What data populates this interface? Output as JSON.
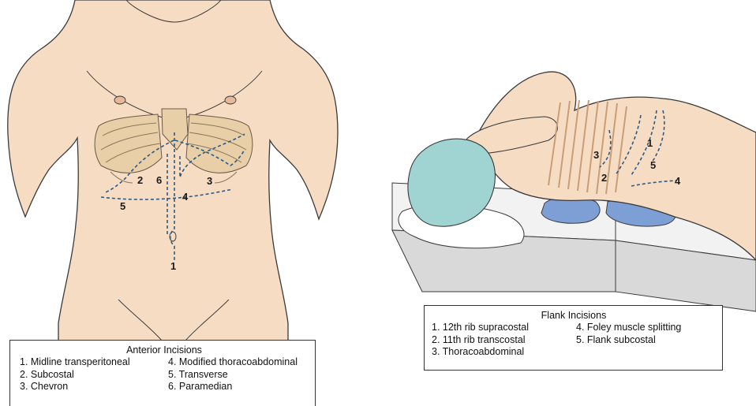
{
  "anterior": {
    "title": "Anterior Incisions",
    "items": [
      "1. Midline transperitoneal",
      "4. Modified thoracoabdominal",
      "2. Subcostal",
      "5. Transverse",
      "3. Chevron",
      "6. Paramedian"
    ],
    "labels": [
      "1",
      "2",
      "3",
      "4",
      "5",
      "6"
    ]
  },
  "flank": {
    "title": "Flank Incisions",
    "items": [
      "1. 12th rib supracostal",
      "4. Foley muscle splitting",
      "2. 11th rib transcostal",
      "5. Flank subcostal",
      "3. Thoracoabdominal",
      ""
    ],
    "labels": [
      "1",
      "2",
      "3",
      "4",
      "5"
    ]
  },
  "colors": {
    "skin": "#f7dcc4",
    "outline": "#3a3a3a",
    "rib": "#e8cfa8",
    "incision": "#2a5a86",
    "cap": "#9fd4d2",
    "pad": "#7e9fd6",
    "table": "#e6e6e6"
  }
}
